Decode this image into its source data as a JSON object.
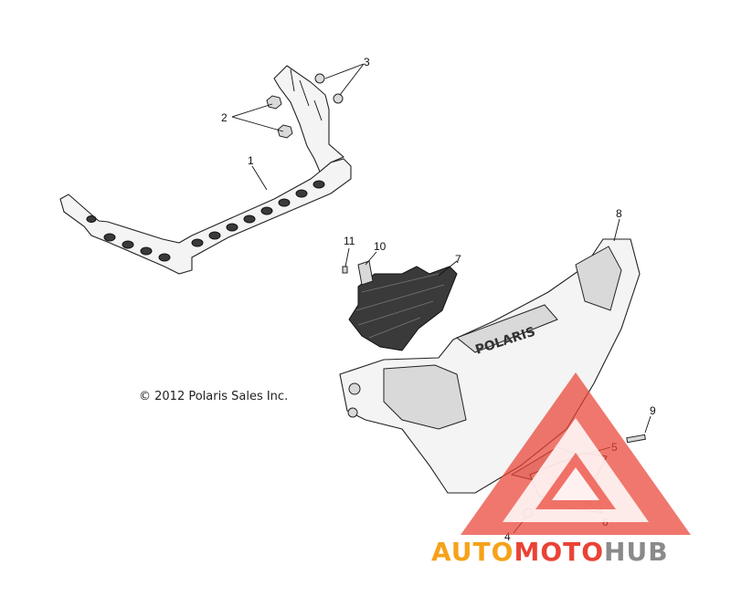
{
  "callouts": [
    {
      "label": "1"
    },
    {
      "label": "2"
    },
    {
      "label": "3"
    },
    {
      "label": "4"
    },
    {
      "label": "5"
    },
    {
      "label": "6"
    },
    {
      "label": "7"
    },
    {
      "label": "8"
    },
    {
      "label": "9"
    },
    {
      "label": "10"
    },
    {
      "label": "11"
    }
  ],
  "copyright": "© 2012 Polaris Sales Inc.",
  "bumper_logo": "POLARIS",
  "watermark": {
    "part1": "AUTO",
    "part2": "MOTO",
    "part3": "HUB",
    "color_orange": "#f6a21b",
    "color_red": "#ea4335",
    "color_gray": "#8a8a8a"
  }
}
